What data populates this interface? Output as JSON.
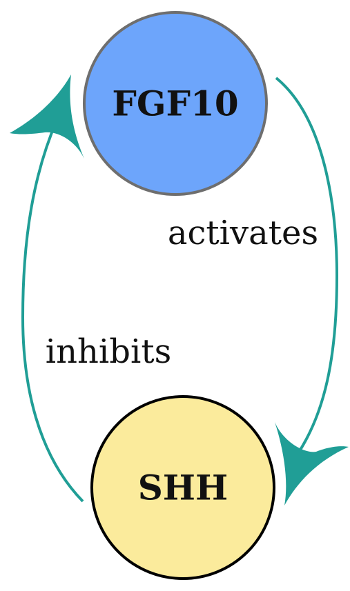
{
  "colors": {
    "fgf10_fill": "#6da5fb",
    "fgf10_stroke": "#6e6e6e",
    "shh_fill": "#fbeb9c",
    "shh_stroke": "#000000",
    "arrow": "#209e96"
  },
  "nodes": {
    "fgf10": {
      "label": "FGF10"
    },
    "shh": {
      "label": "SHH"
    }
  },
  "edges": {
    "activates": {
      "label": "activates",
      "from": "FGF10",
      "to": "SHH"
    },
    "inhibits": {
      "label": "inhibits",
      "from": "SHH",
      "to": "FGF10"
    }
  }
}
